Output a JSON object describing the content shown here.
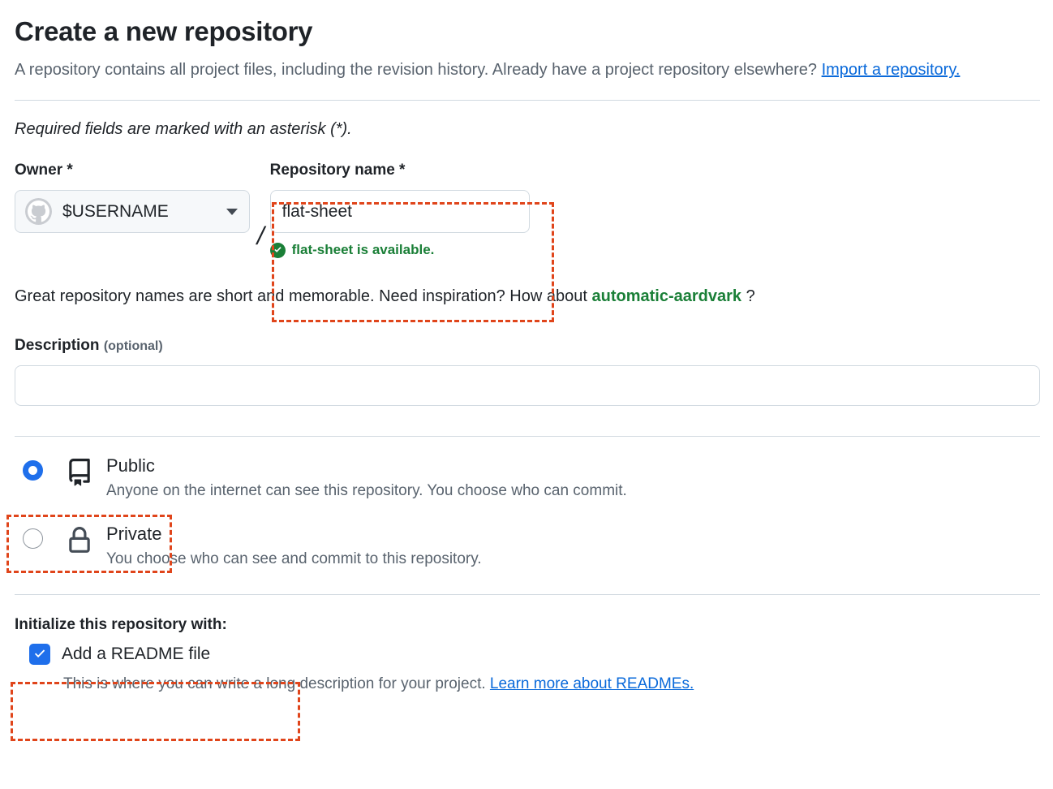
{
  "header": {
    "title": "Create a new repository",
    "intro_before": "A repository contains all project files, including the revision history. Already have a project repository elsewhere? ",
    "intro_link": "Import a repository.",
    "required_note": "Required fields are marked with an asterisk (*)."
  },
  "owner": {
    "label": "Owner *",
    "value": "$USERNAME",
    "avatar_icon": "github-octocat-avatar-icon",
    "chevron_icon": "chevron-down-icon",
    "separator": "/"
  },
  "repository": {
    "label": "Repository name *",
    "value": "flat-sheet",
    "placeholder": "",
    "availability_message": "flat-sheet is available.",
    "availability_icon": "check-circle-icon",
    "availability_color": "#1a7f37"
  },
  "inspiration": {
    "text_before": "Great repository names are short and memorable. Need inspiration? How about ",
    "suggestion": "automatic-aardvark",
    "text_after": " ?"
  },
  "description": {
    "label": "Description",
    "optional": "(optional)",
    "value": "",
    "placeholder": ""
  },
  "visibility": {
    "options": [
      {
        "id": "public",
        "title": "Public",
        "description": "Anyone on the internet can see this repository. You choose who can commit.",
        "icon": "repo-book-icon",
        "selected": true
      },
      {
        "id": "private",
        "title": "Private",
        "description": "You choose who can see and commit to this repository.",
        "icon": "lock-icon",
        "selected": false
      }
    ]
  },
  "initialize": {
    "heading": "Initialize this repository with:",
    "readme_label": "Add a README file",
    "readme_checked": true,
    "readme_desc_before": "This is where you can write a long description for your project. ",
    "readme_desc_link": "Learn more about READMEs."
  },
  "colors": {
    "accent_blue": "#1f6feb",
    "link_blue": "#0969da",
    "success_green": "#1a7f37",
    "annotation_orange": "#e0451b",
    "muted_text": "#59636e",
    "border": "#d1d9e0"
  }
}
